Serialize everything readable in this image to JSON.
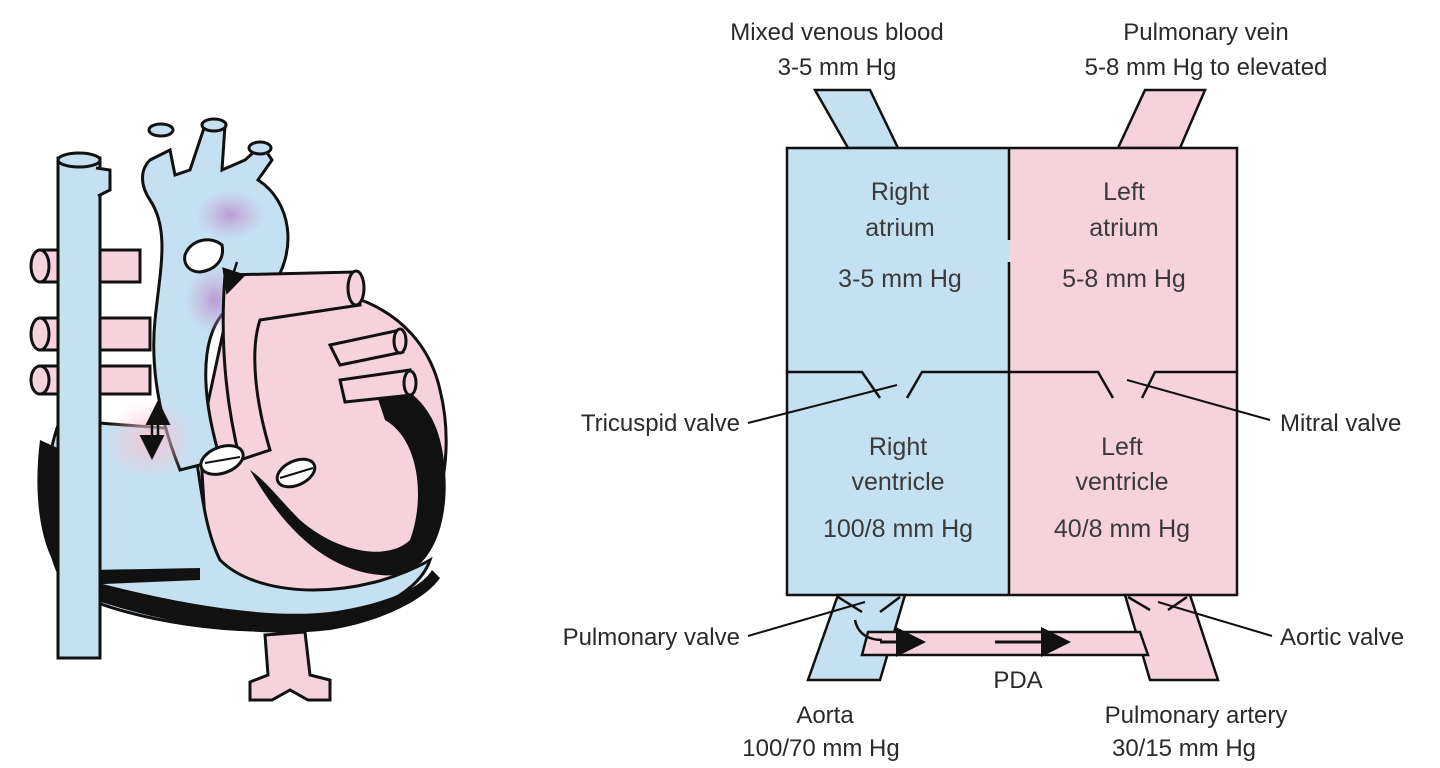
{
  "colors": {
    "venous_blue": "#c5e0f1",
    "arterial_pink": "#f6d3dc",
    "mixing_purple": "#c9a9d9",
    "outline": "#111111"
  },
  "labels": {
    "mixed_venous_title": "Mixed venous blood",
    "mixed_venous_pressure": "3-5 mm Hg",
    "pulm_vein_title": "Pulmonary vein",
    "pulm_vein_pressure": "5-8 mm Hg to elevated",
    "tricuspid_valve": "Tricuspid valve",
    "mitral_valve": "Mitral valve",
    "pulmonary_valve": "Pulmonary valve",
    "aortic_valve": "Aortic valve",
    "pda": "PDA",
    "aorta_title": "Aorta",
    "aorta_pressure": "100/70 mm Hg",
    "pulm_artery_title": "Pulmonary artery",
    "pulm_artery_pressure": "30/15 mm Hg"
  },
  "chambers": {
    "right_atrium": {
      "line1": "Right",
      "line2": "atrium",
      "pressure": "3-5 mm Hg"
    },
    "left_atrium": {
      "line1": "Left",
      "line2": "atrium",
      "pressure": "5-8 mm Hg"
    },
    "right_ventricle": {
      "line1": "Right",
      "line2": "ventricle",
      "pressure": "100/8 mm Hg"
    },
    "left_ventricle": {
      "line1": "Left",
      "line2": "ventricle",
      "pressure": "40/8 mm Hg"
    }
  }
}
